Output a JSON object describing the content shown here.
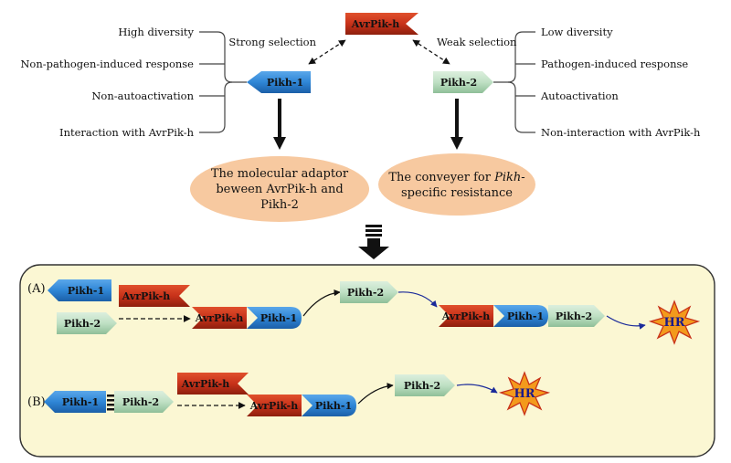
{
  "top": {
    "effector": "AvrPik-h",
    "left_gene": "Pikh-1",
    "right_gene": "Pikh-2",
    "strong_selection": "Strong selection",
    "weak_selection": "Weak selection",
    "left_traits": [
      "High diversity",
      "Non-pathogen-induced response",
      "Non-autoactivation",
      "Interaction with AvrPik-h"
    ],
    "right_traits": [
      "Low diversity",
      "Pathogen-induced response",
      "Autoactivation",
      "Non-interaction with AvrPik-h"
    ],
    "left_role": [
      "The molecular adaptor",
      "beween  AvrPik-h and",
      "Pikh-2"
    ],
    "right_role_line1_prefix": "The conveyer for ",
    "right_role_line1_italic": "Pikh",
    "right_role_line1_suffix": "-",
    "right_role_line2": "specific resistance"
  },
  "panel": {
    "label_a": "(A)",
    "label_b": "(B)",
    "pikh1": "Pikh-1",
    "pikh2": "Pikh-2",
    "avr": "AvrPik-h",
    "hr": "HR"
  },
  "colors": {
    "blue": "#2f86d6",
    "green": "#bfe0c4",
    "red": "#c8321a",
    "orange_oval": "#f7c9a0",
    "panel_bg": "#fbf7d3",
    "hr_star": "#f39a1c"
  }
}
